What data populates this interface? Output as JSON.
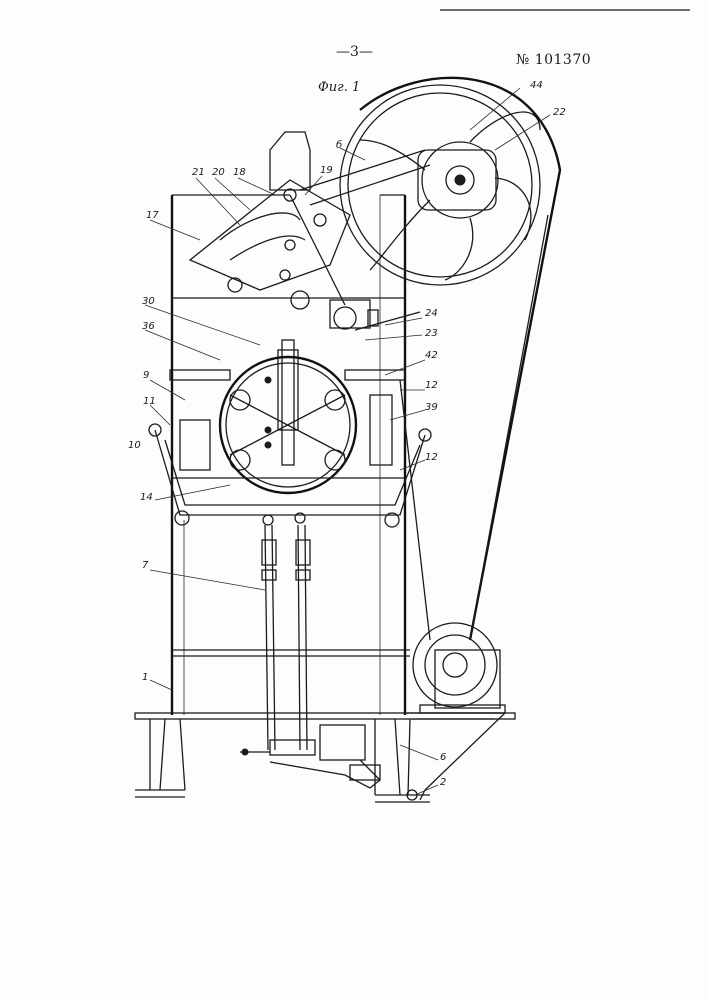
{
  "header": {
    "page_number": "—3—",
    "patent_number": "№ 101370",
    "figure_title": "Фиг. 1"
  },
  "callouts": {
    "l44": "44",
    "l22": "22",
    "l6": "б",
    "l19": "19",
    "l18": "18",
    "l20": "20",
    "l21": "21",
    "l17": "17",
    "l30": "30",
    "l36": "36",
    "l24": "24",
    "l23": "23",
    "l42": "42",
    "l9": "9",
    "l11": "11",
    "l10": "10",
    "l12a": "12",
    "l39": "39",
    "l12b": "12",
    "l14": "14",
    "l7": "7",
    "l1": "1",
    "l6b": "6",
    "l2": "2"
  }
}
